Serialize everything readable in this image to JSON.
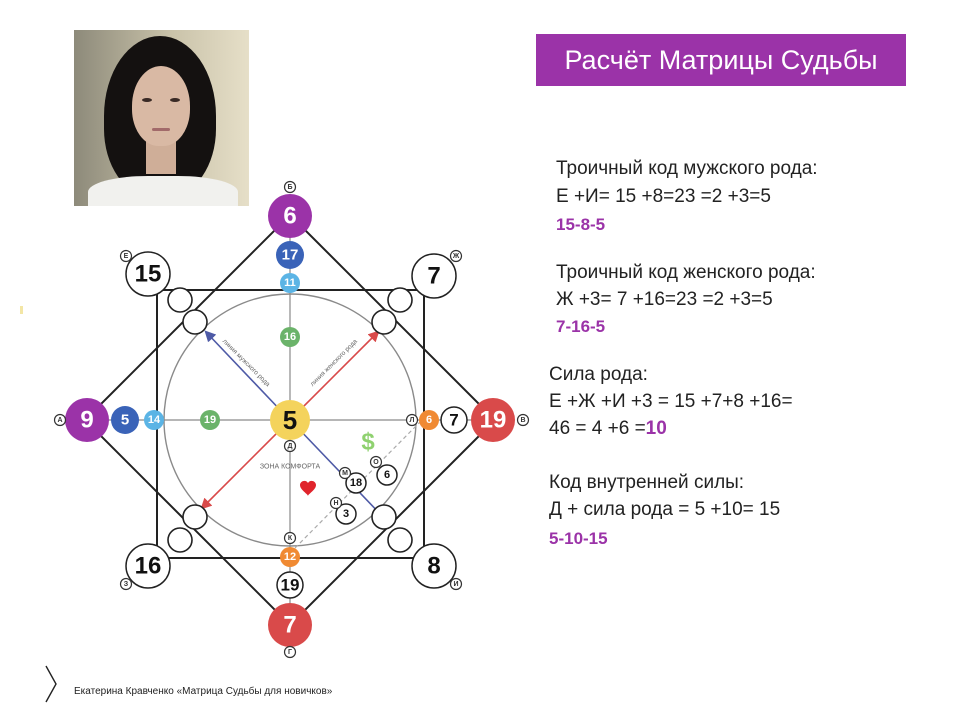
{
  "title": "Расчёт Матрицы Судьбы",
  "webcam": {
    "icon": "presenter-video-feed"
  },
  "notes": {
    "male": {
      "heading": "Троичный код мужского рода:",
      "formula": "Е +И= 15 +8=23 =2 +3=5",
      "code": "15-8-5"
    },
    "female": {
      "heading": "Троичный код женского рода:",
      "formula": "Ж +3= 7 +16=23 =2 +3=5",
      "code": "7-16-5"
    },
    "power": {
      "heading": "Сила рода:",
      "formula1": "Е +Ж +И +3 = 15 +7+8 +16=",
      "formula2_prefix": "46 = 4 +6 =",
      "formula2_value": "10"
    },
    "inner": {
      "heading": "Код внутренней силы:",
      "formula": "Д + сила рода = 5 +10= 15",
      "code": "5-10-15"
    }
  },
  "footer": {
    "text": "Екатерина Кравченко «Матрица Судьбы для новичков»",
    "icon": "chevron-logo-icon"
  },
  "diagram": {
    "colors": {
      "purple": "#9b33a8",
      "red": "#d94a4a",
      "blue": "#3a63b8",
      "lightblue": "#5bb4e5",
      "green": "#6bb36a",
      "yellow": "#f4d35c",
      "orange": "#f08a33",
      "line": "#222222",
      "circle": "#8a8a8a",
      "arrow_red": "#d94a4a",
      "arrow_blue": "#4e5aa6",
      "dollar": "#8fd16f",
      "heart": "#e0242c"
    },
    "center": {
      "value": "5",
      "letter": "Д"
    },
    "top": {
      "letter": "Б",
      "values": [
        "6",
        "17",
        "11",
        "16"
      ]
    },
    "left": {
      "letter": "А",
      "values": [
        "9",
        "5",
        "14",
        "19"
      ]
    },
    "right": {
      "letter": "В",
      "values": [
        "19",
        "7",
        "6"
      ],
      "inner_letter": "Л"
    },
    "bottom": {
      "letter": "Г",
      "values": [
        "7",
        "19",
        "12"
      ],
      "inner_letter": "К"
    },
    "corners": {
      "tl": {
        "letter": "Е",
        "value": "15"
      },
      "tr": {
        "letter": "Ж",
        "value": "7"
      },
      "bl": {
        "letter": "З",
        "value": "16"
      },
      "br": {
        "letter": "И",
        "value": "8"
      }
    },
    "lines": {
      "male": "линия мужского рода",
      "female": "линия женского рода"
    },
    "comfort_zone": "ЗОНА КОМФОРТА",
    "dollar": "$",
    "small_letters": {
      "m": "М",
      "n": "Н",
      "o": "О"
    },
    "inner_points": {
      "money": "6",
      "love": "18",
      "karma": "3"
    }
  }
}
